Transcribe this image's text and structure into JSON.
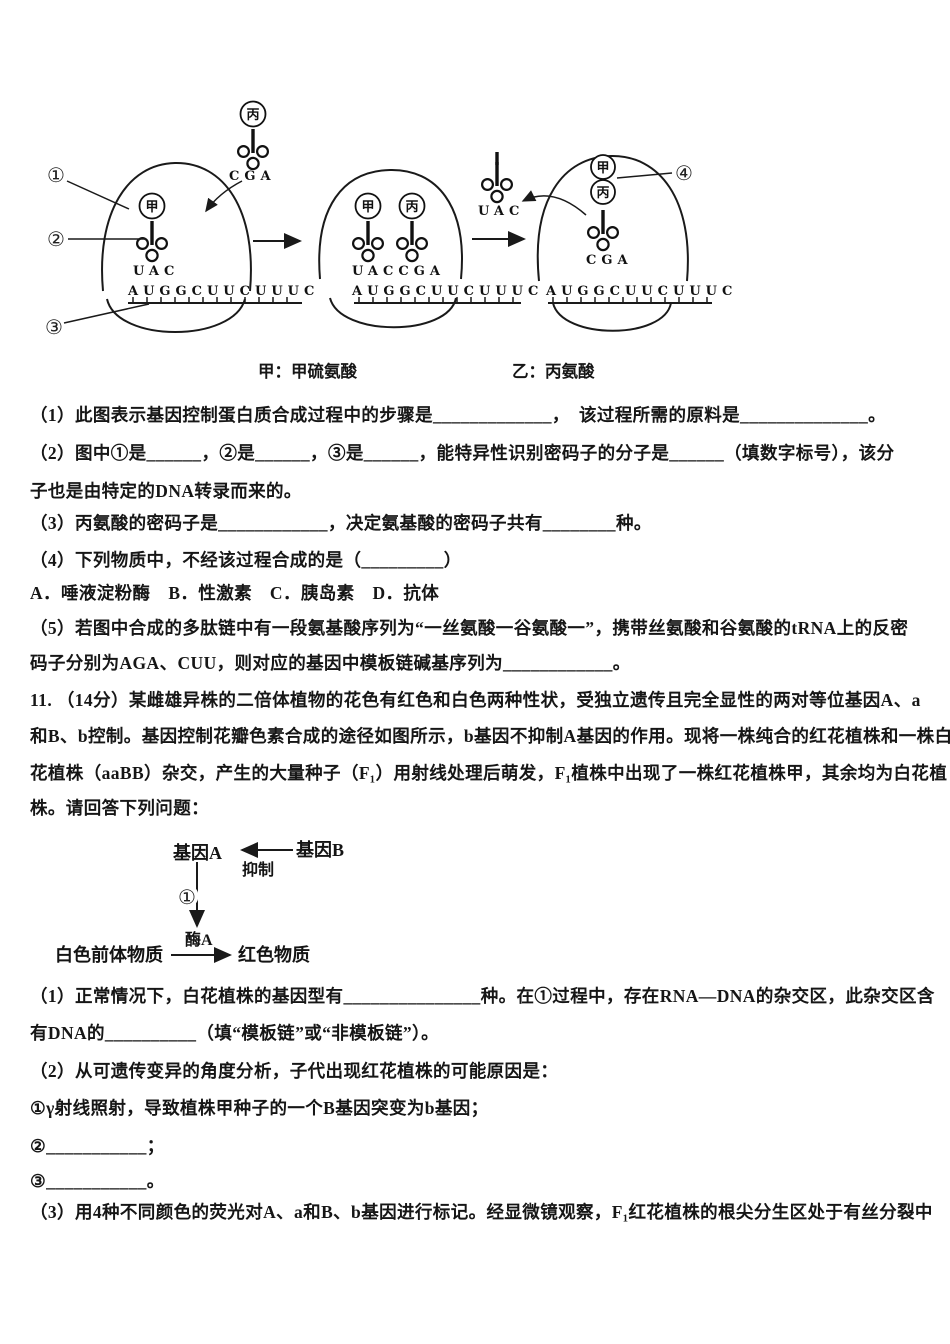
{
  "diagram1": {
    "label1": "①",
    "label2": "②",
    "label3": "③",
    "label4": "④",
    "free_trna_top": {
      "amino": "丙",
      "anticodon": "CGA"
    },
    "free_trna_mid": {
      "anticodon": "UAC"
    },
    "ribosome1": {
      "amino": "甲",
      "anticodon": "UAC",
      "mrna": "AUGGCUUCUUUC"
    },
    "ribosome2": {
      "amino1": "甲",
      "amino2": "丙",
      "anticodon": "UACCGA",
      "mrna": "AUGGCUUCUUUC"
    },
    "ribosome3": {
      "amino_top": "甲",
      "amino_bottom": "丙",
      "anticodon": "CGA",
      "mrna": "AUGGCUUCUUUC"
    },
    "caption_left": "甲：甲硫氨酸",
    "caption_right": "乙：丙氨酸"
  },
  "block1_lines": [
    "（1）此图表示基因控制蛋白质合成过程中的步骤是_____________，　该过程所需的原料是______________。",
    "（2）图中①是______，②是______，③是______，能特异性识别密码子的分子是______（填数字标号），该分",
    "子也是由特定的DNA转录而来的。",
    "（3）丙氨酸的密码子是____________，决定氨基酸的密码子共有________种。",
    "（4）下列物质中，不经该过程合成的是（_________）",
    "A．唾液淀粉酶　B．性激素　C．胰岛素　D．抗体",
    "（5）若图中合成的多肽链中有一段氨基酸序列为“一丝氨酸一谷氨酸一”，携带丝氨酸和谷氨酸的tRNA上的反密",
    "码子分别为AGA、CUU，则对应的基因中模板链碱基序列为____________。"
  ],
  "question11_lines": [
    "11. （14分）某雌雄异株的二倍体植物的花色有红色和白色两种性状，受独立遗传且完全显性的两对等位基因A、a",
    "和B、b控制。基因控制花瓣色素合成的途径如图所示，b基因不抑制A基因的作用。现将一株纯合的红花植株和一株白",
    "花植株（aaBB）杂交，产生的大量种子（F₁）用射线处理后萌发，F₁植株中出现了一株红花植株甲，其余均为白花植",
    "株。请回答下列问题："
  ],
  "diagram2": {
    "gene_a": "基因A",
    "gene_b": "基因B",
    "inhibit": "抑制",
    "step_label": "①",
    "enzyme": "酶A",
    "substrate": "白色前体物质",
    "product": "红色物质"
  },
  "block2_lines": [
    "（1）正常情况下，白花植株的基因型有_______________种。在①过程中，存在RNA—DNA的杂交区，此杂交区含",
    "有DNA的__________（填“模板链”或“非模板链”）。",
    "（2）从可遗传变异的角度分析，子代出现红花植株的可能原因是：",
    "①γ射线照射，导致植株甲种子的一个B基因突变为b基因；",
    "②___________；",
    "③___________。",
    "（3）用4种不同颜色的荧光对A、a和B、b基因进行标记。经显微镜观察，F₁红花植株的根尖分生区处于有丝分裂中"
  ]
}
